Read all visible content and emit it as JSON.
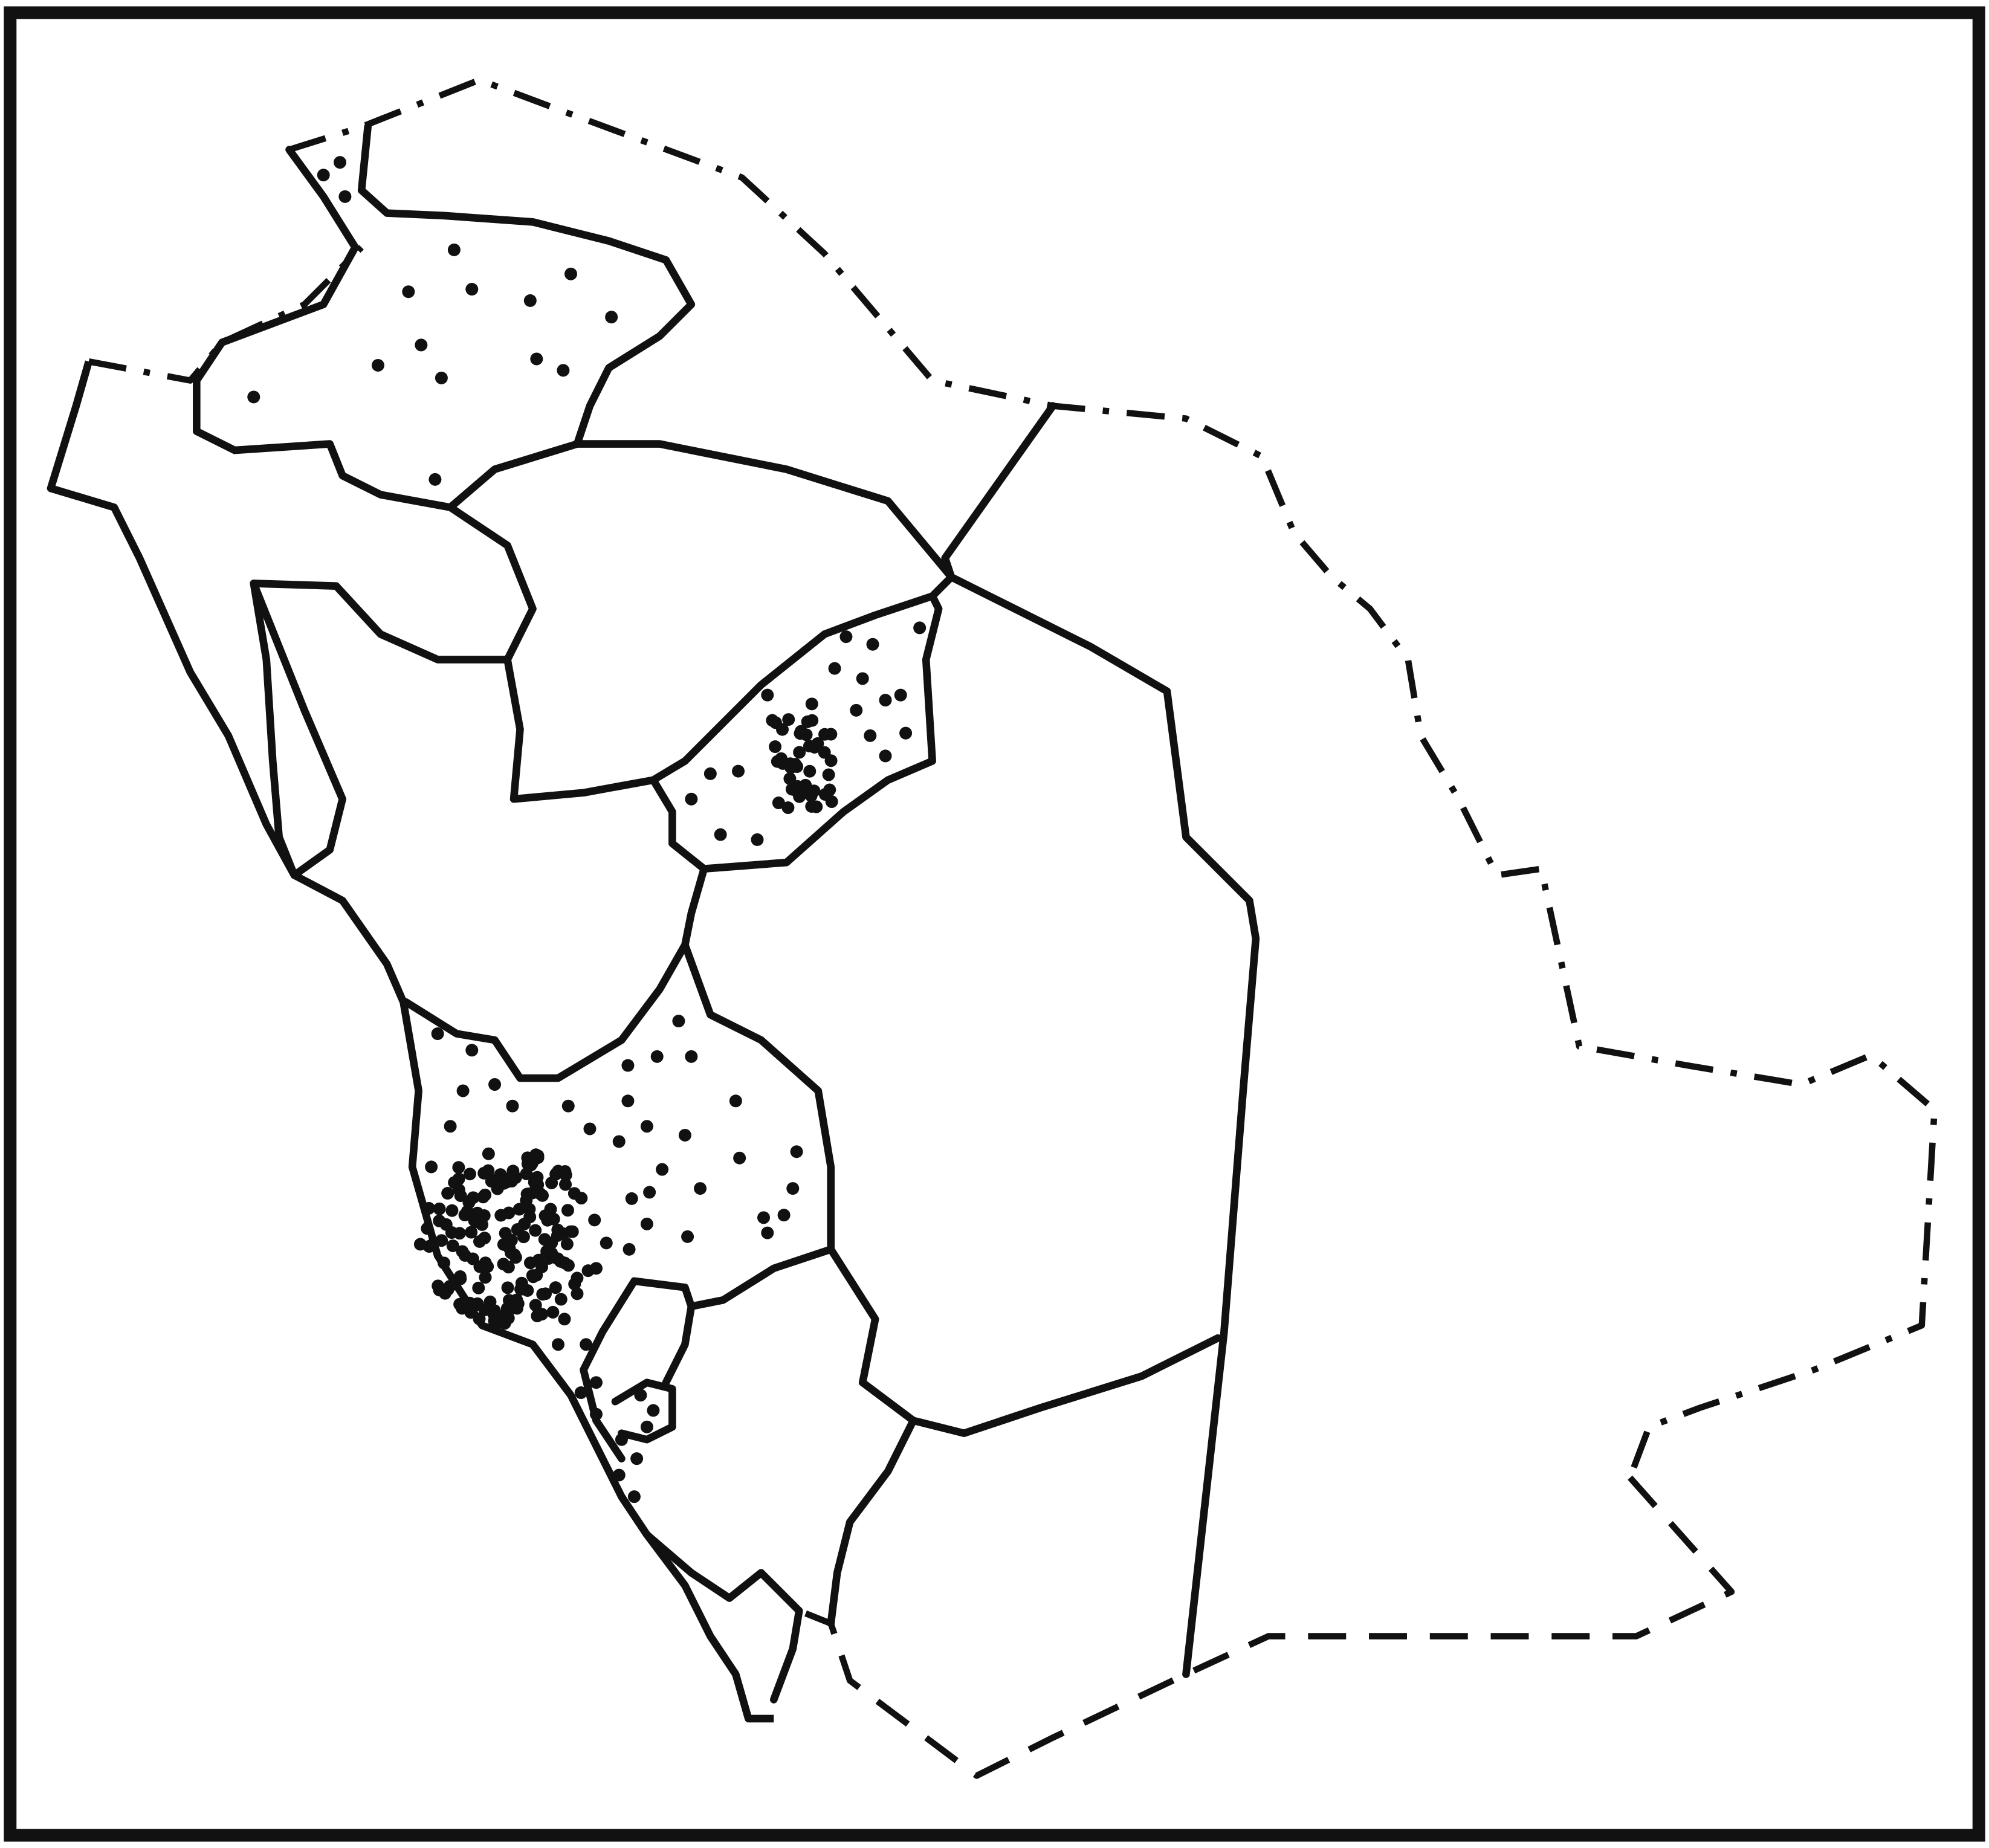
{
  "map": {
    "style": "monochrome line map",
    "colors": {
      "line": "#111111",
      "background": "#ffffff",
      "dot": "#111111"
    },
    "border_styles": {
      "international_north": "dash-dot",
      "international_south": "dashed",
      "internal_regions": "solid"
    },
    "dot_clusters": [
      {
        "id": "northwest-region",
        "density": "sparse"
      },
      {
        "id": "north-tip",
        "density": "sparse"
      },
      {
        "id": "central-region",
        "density": "dense-core"
      },
      {
        "id": "western-region",
        "density": "very-dense-southwest"
      },
      {
        "id": "southwest-strip",
        "density": "sparse"
      }
    ]
  }
}
